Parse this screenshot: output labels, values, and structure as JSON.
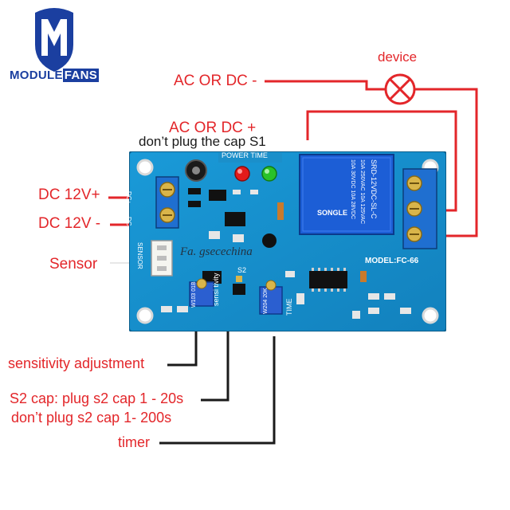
{
  "brand": {
    "logo_letter": "M",
    "name_part1": "MODULE",
    "name_part2": "FANS",
    "colors": {
      "primary": "#1b3fa0",
      "accent": "#e3262a"
    }
  },
  "board": {
    "top_label": "POWER TIME",
    "model_label": "MODEL:FC-66",
    "relay": {
      "line1": "SRD-12VDC-SL-C",
      "line2": "10A 250VAC 10A 125VAC",
      "line3": "10A 30VDC 10A 28VDC",
      "brand": "SONGLE"
    },
    "pins": {
      "dc_plus": "DC+",
      "dc_minus": "DC-",
      "sensor": "SENSOR"
    },
    "silk": {
      "sensitivity": "sensi tivity",
      "time": "TIME",
      "s2": "S2",
      "pot_left": "W103 01B",
      "pot_right": "W204 20K"
    },
    "watermark": "Fa. gsecechina"
  },
  "annotations": {
    "device": "device",
    "ac_dc_minus": "AC OR DC -",
    "ac_dc_plus": "AC OR DC +",
    "dont_plug_s1": "don’t plug the cap S1",
    "dc12_plus": "DC 12V+",
    "dc12_minus": "DC 12V -",
    "sensor": "Sensor",
    "sensitivity": "sensitivity  adjustment",
    "s2_line1": "S2 cap: plug s2 cap 1 - 20s",
    "s2_line2": "don’t plug s2 cap  1- 200s",
    "timer": "timer"
  }
}
